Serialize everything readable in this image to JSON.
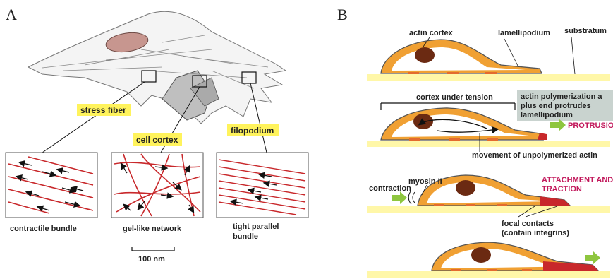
{
  "panel_a": {
    "letter": "A",
    "labels": {
      "stress_fiber": "stress fiber",
      "cell_cortex": "cell cortex",
      "filopodium": "filopodium"
    },
    "insets": [
      {
        "caption": [
          "contractile bundle"
        ]
      },
      {
        "caption": [
          "gel-like network"
        ]
      },
      {
        "caption": [
          "tight parallel",
          "bundle"
        ]
      }
    ],
    "scale_bar": "100 nm"
  },
  "panel_b": {
    "letter": "B",
    "labels": {
      "actin_cortex": "actin cortex",
      "lamellipodium": "lamellipodium",
      "substratum": "substratum",
      "cortex_under_tension": "cortex under tension",
      "polymerization_box": [
        "actin polymerization a",
        "plus end protrudes",
        "lamellipodium"
      ],
      "protrusion": "PROTRUSION",
      "movement": "movement of unpolymerized actin",
      "myosin": "myosin II",
      "contraction": "contraction",
      "attachment": [
        "ATTACHMENT AND",
        "TRACTION"
      ],
      "focal_contacts": [
        "focal contacts",
        "(contain integrins)"
      ]
    }
  },
  "colors": {
    "highlight": "#fff35c",
    "cortex_orange": "#f0a033",
    "nucleus": "#6b2a12",
    "actin_red": "#c8282b",
    "substrate": "#fff7a8",
    "arrow_green": "#8ec63f",
    "magenta": "#c2185b",
    "gray_box": "#c9d3cf"
  }
}
